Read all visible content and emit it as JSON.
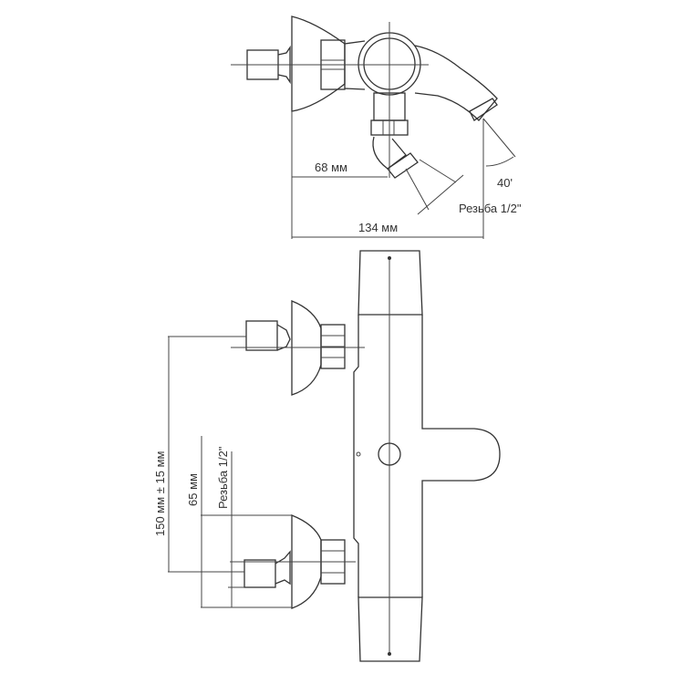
{
  "top_view": {
    "dim_68": "68 мм",
    "dim_134": "134 мм",
    "angle": "40'",
    "thread": "Резьба 1/2\""
  },
  "front_view": {
    "dim_150": "150 мм ± 15 мм",
    "dim_65": "65 мм",
    "thread": "Резьба 1/2\""
  },
  "colors": {
    "line": "#333333",
    "background": "#ffffff"
  }
}
